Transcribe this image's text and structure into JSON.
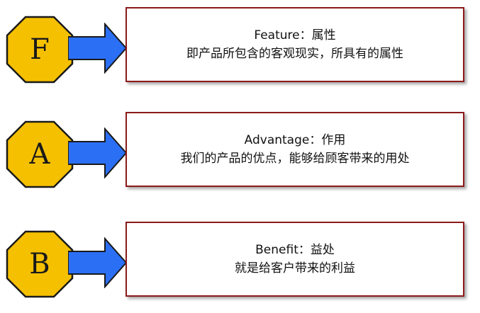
{
  "items": [
    {
      "letter": "F",
      "title": "Feature：属性",
      "description": "即产品所包含的客观现实，所具有的属性"
    },
    {
      "letter": "A",
      "title": "Advantage：作用",
      "description": "我们的产品的优点，能够给顾客带来的用处"
    },
    {
      "letter": "B",
      "title": "Benefit：益处",
      "description": "就是给客户带来的利益"
    }
  ],
  "colors": {
    "badge_fill": "#f5c000",
    "badge_stroke": "#1a1a1a",
    "arrow_fill": "#2b6ff5",
    "arrow_stroke": "#1a1a1a",
    "card_border": "#8b1a1a"
  }
}
